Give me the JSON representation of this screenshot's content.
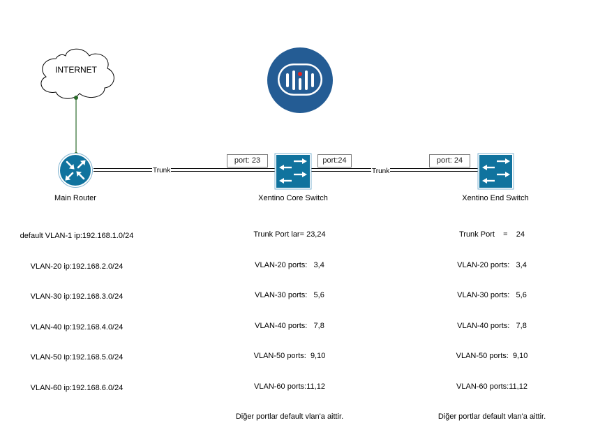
{
  "internet": {
    "label": "INTERNET"
  },
  "router": {
    "label": "Main Router",
    "config": [
      "default VLAN-1 ip:192.168.1.0/24",
      "VLAN-20 ip:192.168.2.0/24",
      "VLAN-30 ip:192.168.3.0/24",
      "VLAN-40 ip:192.168.4.0/24",
      "VLAN-50 ip:192.168.5.0/24",
      "VLAN-60 ip:192.168.6.0/24"
    ]
  },
  "core_switch": {
    "label": "Xentino Core Switch",
    "port_left": "port: 23",
    "port_right": "port:24",
    "config": [
      "Trunk Port lar= 23,24",
      "VLAN-20 ports:   3,4",
      "VLAN-30 ports:   5,6",
      "VLAN-40 ports:   7,8",
      "VLAN-50 ports:  9,10",
      "VLAN-60 ports:11,12",
      "Diğer portlar default vlan'a aittir."
    ]
  },
  "end_switch": {
    "label": "Xentino End Switch",
    "port_left": "port: 24",
    "config": [
      "Trunk Port    =    24",
      "VLAN-20 ports:   3,4",
      "VLAN-30 ports:   5,6",
      "VLAN-40 ports:   7,8",
      "VLAN-50 ports:  9,10",
      "VLAN-60 ports:11,12",
      "Diğer portlar default vlan'a aittir."
    ]
  },
  "links": {
    "trunk_label_1": "Trunk",
    "trunk_label_2": "Trunk"
  },
  "colors": {
    "device_fill": "#10739e",
    "logo_blue": "#245c94",
    "logo_red": "#e02020",
    "internet_link": "#2a6a2a",
    "port_border": "#7a7a7a"
  }
}
